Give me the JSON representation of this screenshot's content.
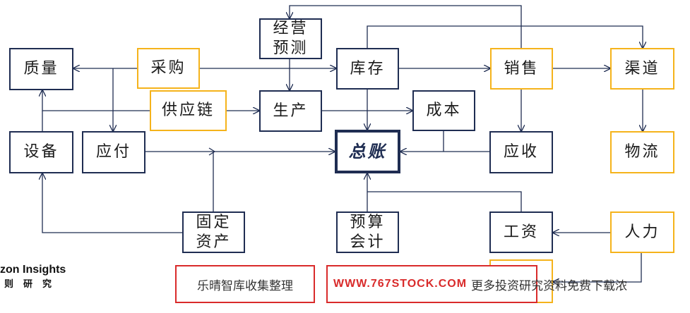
{
  "nodes": {
    "jingying": "经营\n预测",
    "zhiliang": "质量",
    "caigou": "采购",
    "kucun": "库存",
    "xiaoshou": "销售",
    "qudao": "渠道",
    "gongying": "供应链",
    "shengchan": "生产",
    "chengben": "成本",
    "shebei": "设备",
    "yingfu": "应付",
    "zongzhang": "总账",
    "yingshou": "应收",
    "wuliu": "物流",
    "guding": "固定\n资产",
    "yusuan": "预算\n会计",
    "gongzi": "工资",
    "renli": "人力"
  },
  "logo": {
    "line1": "zon Insights",
    "line2": "则研究"
  },
  "banner": {
    "left_text": "乐晴智库收集整理",
    "url": "WWW.767STOCK.COM",
    "right_text": "更多投资研究资料免费下载浓"
  },
  "colors": {
    "dark": "#1f2d52",
    "gold": "#f5b31b",
    "line": "#1f2d52",
    "banner": "#d92b2b"
  }
}
